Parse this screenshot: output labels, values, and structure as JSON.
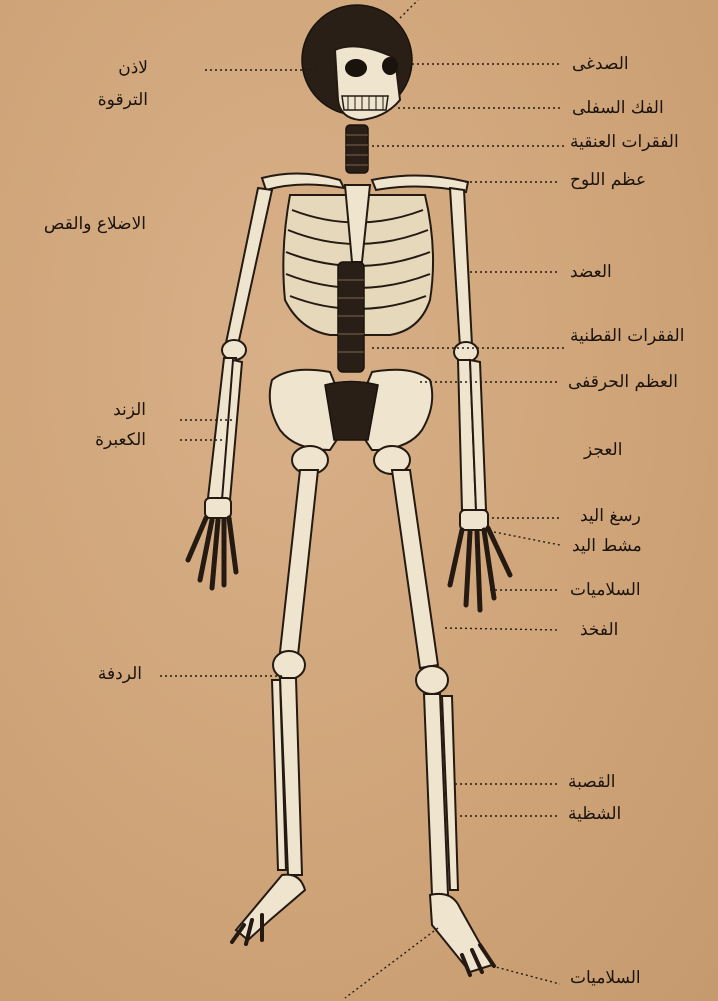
{
  "labels_right": [
    {
      "id": "temporal",
      "text": "الصدغى"
    },
    {
      "id": "mandible",
      "text": "الفك السفلى"
    },
    {
      "id": "cervical",
      "text": "الفقرات العنقية"
    },
    {
      "id": "scapula",
      "text": "عظم اللوح"
    },
    {
      "id": "humerus",
      "text": "العضد"
    },
    {
      "id": "lumbar",
      "text": "الفقرات القطنية"
    },
    {
      "id": "ilium",
      "text": "العظم الحرقفى"
    },
    {
      "id": "sacrum",
      "text": "العجز"
    },
    {
      "id": "wrist",
      "text": "رسغ اليد"
    },
    {
      "id": "metacarpus",
      "text": "مشط اليد"
    },
    {
      "id": "phalanges_hand",
      "text": "السلاميات"
    },
    {
      "id": "femur",
      "text": "الفخذ"
    },
    {
      "id": "tibia",
      "text": "القصبة"
    },
    {
      "id": "fibula",
      "text": "الشظية"
    },
    {
      "id": "phalanges_foot",
      "text": "السلاميات"
    }
  ],
  "labels_left": [
    {
      "id": "ear",
      "text": "لاذن"
    },
    {
      "id": "clavicle",
      "text": "الترقوة"
    },
    {
      "id": "ribs_sternum",
      "text": "الاضلاع والقص"
    },
    {
      "id": "ulna",
      "text": "الزند"
    },
    {
      "id": "radius",
      "text": "الكعبرة"
    },
    {
      "id": "patella",
      "text": "الردفة"
    }
  ],
  "colors": {
    "paper": "#cfa479",
    "ink": "#241a12",
    "bone": "#efe5cf"
  }
}
